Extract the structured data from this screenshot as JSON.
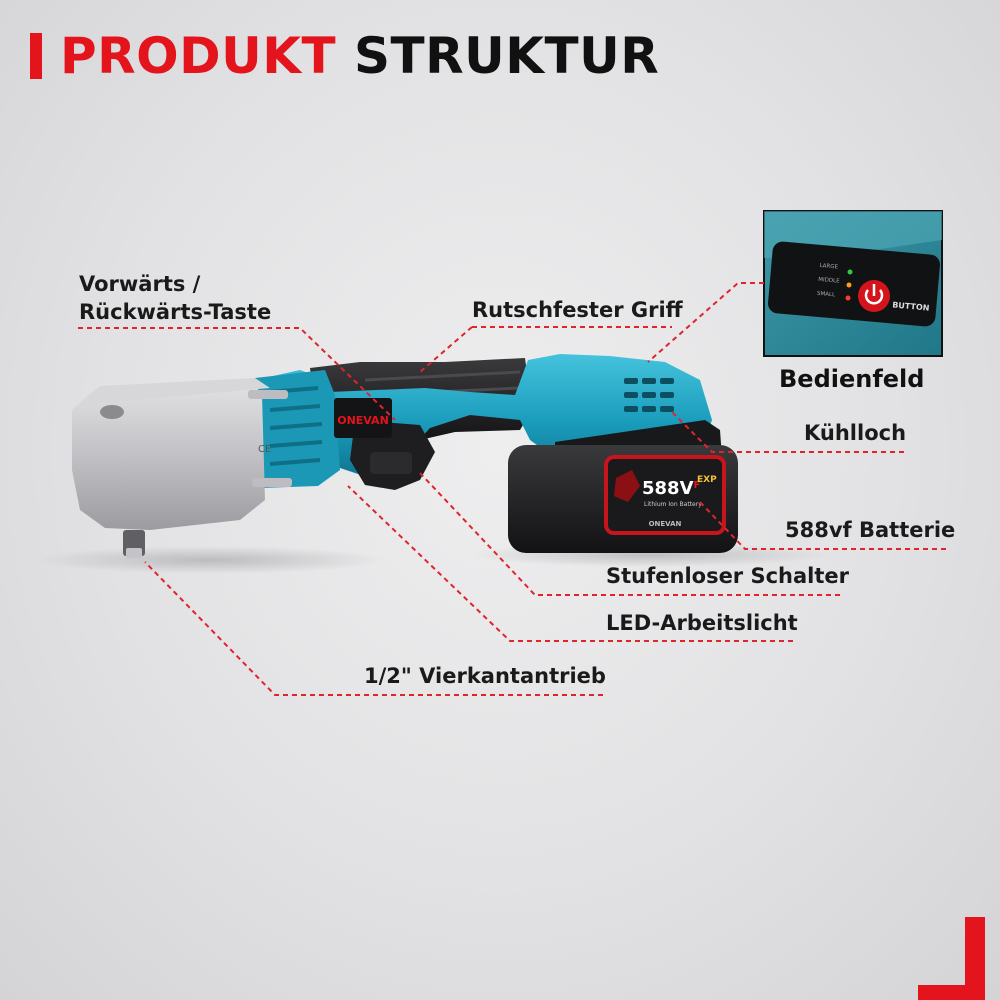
{
  "title": {
    "word_red": "PRODUKT",
    "word_black": "STRUKTUR"
  },
  "product": {
    "brand_tool": "ONEVAN",
    "battery_voltage": "588V",
    "battery_voltage_sup": "F",
    "battery_type": "Lithium Ion Battery",
    "battery_brand": "ONEVAN",
    "battery_badge": "EXP"
  },
  "panel": {
    "label_large": "LARGE",
    "label_middle": "MIDDLE",
    "label_small": "SMALL",
    "button_text": "BUTTON"
  },
  "callouts": [
    {
      "id": "vorwaerts",
      "line1": "Vorwärts /",
      "line2": "Rückwärts-Taste"
    },
    {
      "id": "griff",
      "text": "Rutschfester Griff"
    },
    {
      "id": "bedienfeld",
      "text": "Bedienfeld"
    },
    {
      "id": "kuehlloch",
      "text": "Kühlloch"
    },
    {
      "id": "batterie",
      "text": "588vf Batterie"
    },
    {
      "id": "schalter",
      "text": "Stufenloser Schalter"
    },
    {
      "id": "led",
      "text": "LED-Arbeitslicht"
    },
    {
      "id": "antrieb",
      "text": "1/2\" Vierkantantrieb"
    }
  ],
  "colors": {
    "accent_red": "#e3141c",
    "tool_blue": "#1fa2c0",
    "tool_dark": "#1b1b1d",
    "leader_red": "#e0242c"
  }
}
